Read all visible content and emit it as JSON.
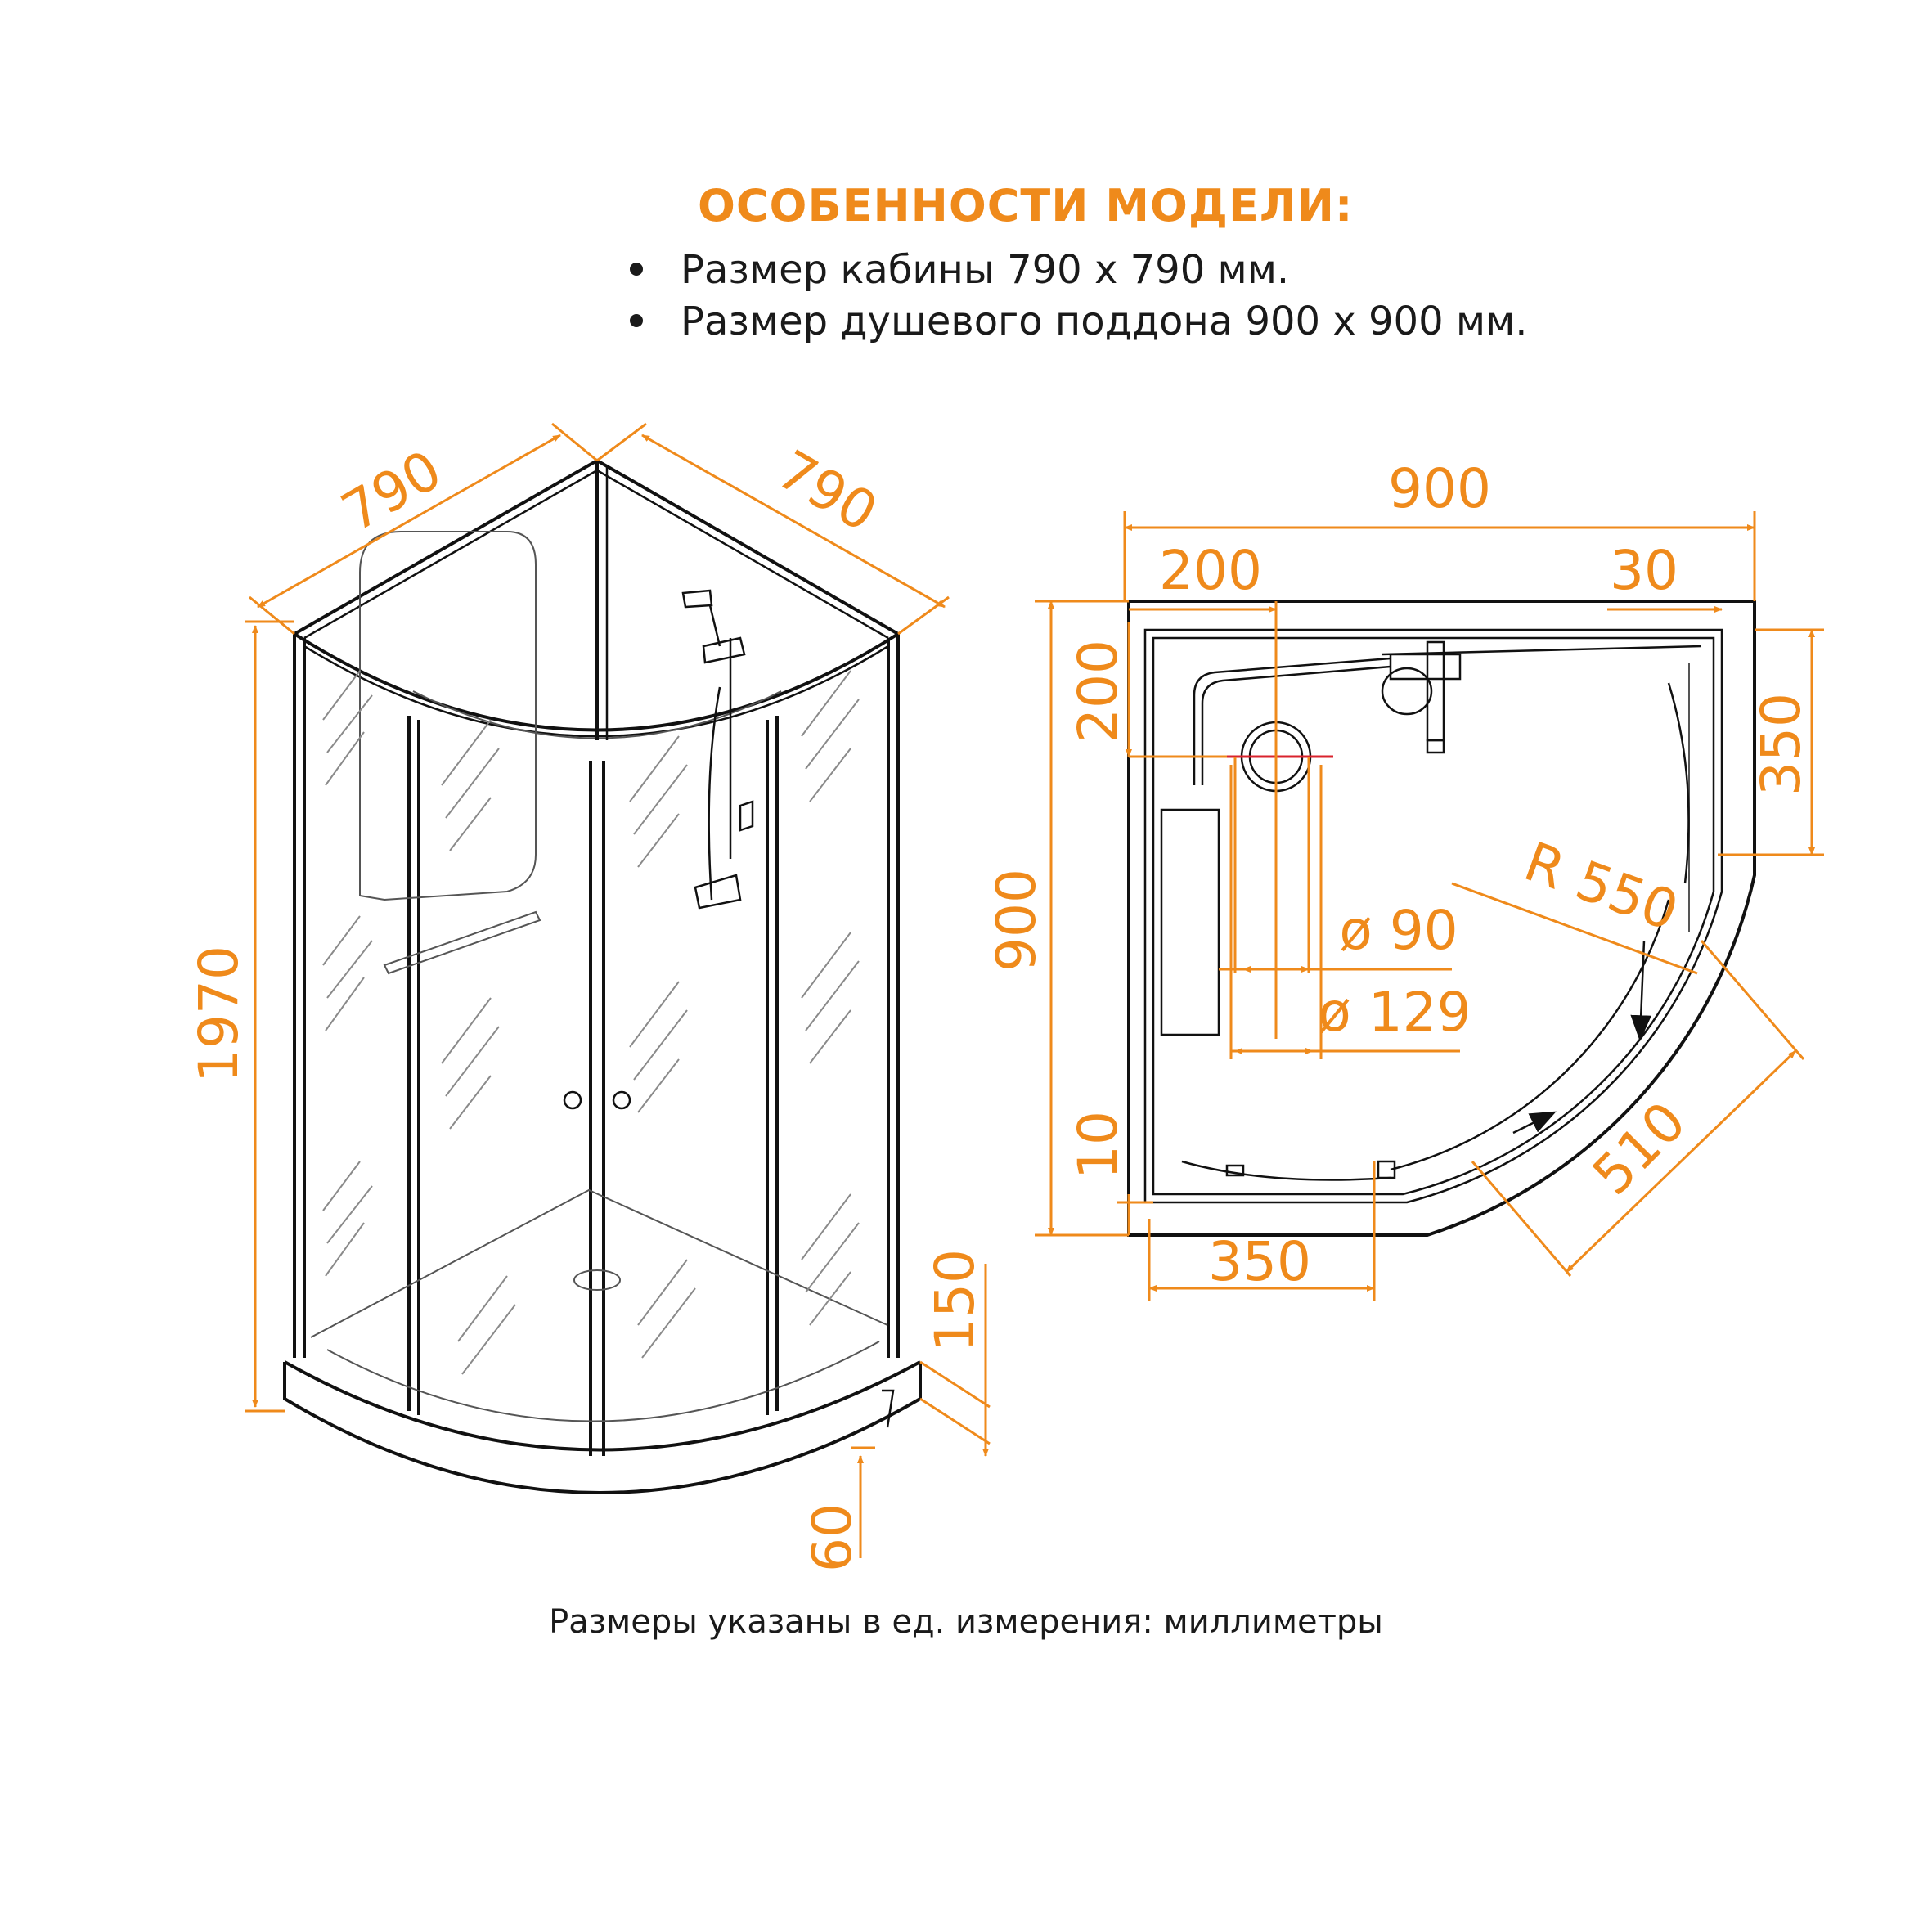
{
  "header": {
    "title": "ОСОБЕННОСТИ МОДЕЛИ:",
    "bullets": [
      "Размер кабины 790 х 790 мм.",
      "Размер душевого поддона 900 х 900 мм."
    ]
  },
  "dimensions": {
    "side_a": "790",
    "side_b": "790",
    "height": "1970",
    "tray_height": "150",
    "tray_base": "60",
    "plan_width": "900",
    "plan_depth": "900",
    "offset_200_top": "200",
    "offset_30": "30",
    "offset_200_left": "200",
    "offset_350_right": "350",
    "radius": "R 550",
    "drain_inner": "ø 90",
    "drain_outer": "ø 129",
    "offset_10": "10",
    "offset_350_bottom": "350",
    "diagonal": "510"
  },
  "footer": {
    "note": "Размеры указаны в ед. измерения: миллиметры"
  },
  "colors": {
    "accent": "#ef8a1b",
    "line": "#111111",
    "drain_mark": "#d9232d"
  }
}
